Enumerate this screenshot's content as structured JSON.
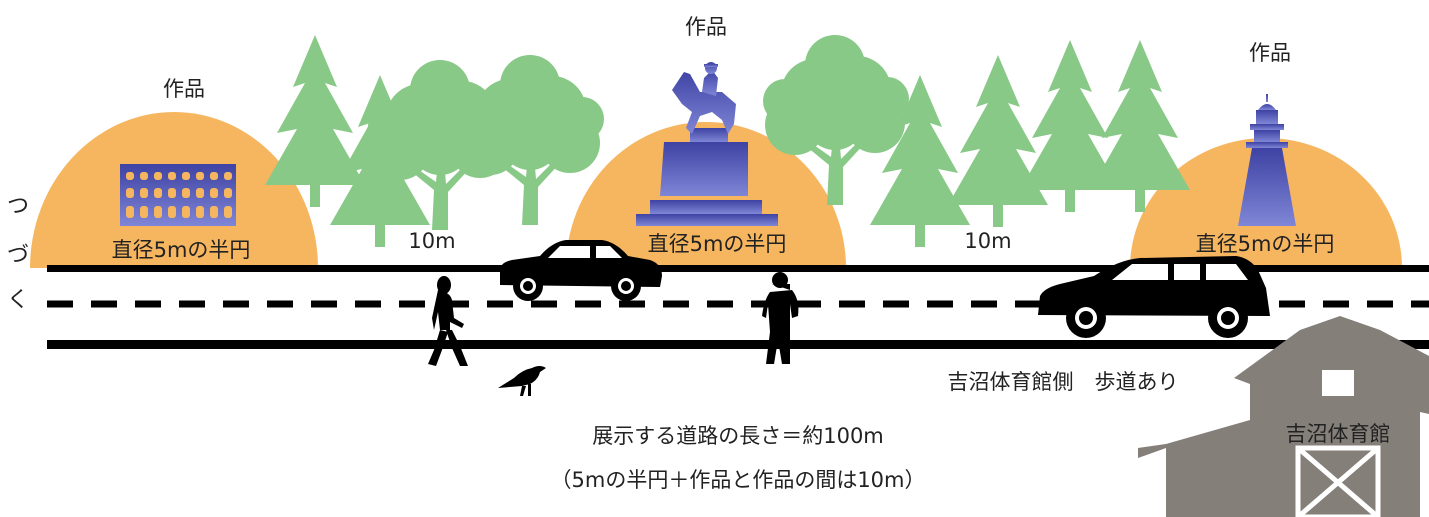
{
  "side_text": [
    "つ",
    "づ",
    "く"
  ],
  "exhibits": [
    {
      "title": "作品",
      "size_label": "直径5mの半円",
      "artwork_icon": "colosseum-icon"
    },
    {
      "title": "作品",
      "size_label": "直径5mの半円",
      "artwork_icon": "equestrian-statue-icon"
    },
    {
      "title": "作品",
      "size_label": "直径5mの半円",
      "artwork_icon": "lighthouse-icon"
    }
  ],
  "gap_labels": [
    "10m",
    "10m"
  ],
  "sidewalk_label": "吉沼体育館側　歩道あり",
  "building_label": "吉沼体育館",
  "road_length_label": "展示する道路の長さ＝約100m",
  "road_note_label": "（5mの半円＋作品と作品の間は10m）",
  "colors": {
    "semicircle": "#f6b660",
    "tree": "#88c987",
    "artwork": "#5157b3",
    "road_line": "#000000",
    "building": "#857f7a"
  },
  "icons": [
    "tree-icon",
    "car-icon",
    "wagon-car-icon",
    "walking-person-icon",
    "standing-person-icon",
    "crow-icon",
    "gymnasium-building-icon"
  ]
}
